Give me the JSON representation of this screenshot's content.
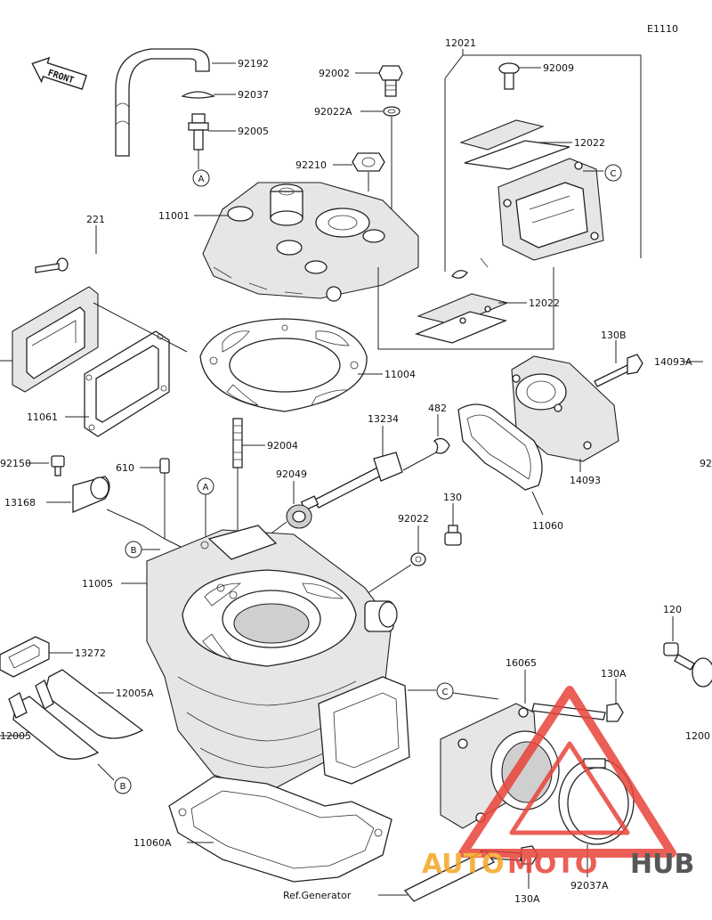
{
  "diagram_code": "E1110",
  "front_label": "FRONT",
  "ref_label": "Ref.Generator",
  "watermark": {
    "part1": "AUTO",
    "part2": "MOTO",
    "part3": "HUB",
    "color_orange": "#f5a623",
    "color_red": "#e8443a",
    "color_dark": "#3a3a3a"
  },
  "callout_letters": {
    "a": "A",
    "b": "B",
    "c": "C"
  },
  "parts": {
    "p92192": "92192",
    "p92037": "92037",
    "p92005": "92005",
    "p92002": "92002",
    "p92022A": "92022A",
    "p92210": "92210",
    "p11001": "11001",
    "p12021": "12021",
    "p92009": "92009",
    "p12022_top": "12022",
    "p12022_bot": "12022",
    "p221": "221",
    "p11061": "11061",
    "p11004": "11004",
    "p130B": "130B",
    "p14093A": "14093A",
    "p13234": "13234",
    "p482": "482",
    "p92004": "92004",
    "p92150": "92150",
    "p610": "610",
    "p13168": "13168",
    "p92049": "92049",
    "p130": "130",
    "p92022": "92022",
    "p11060": "11060",
    "p14093": "14093",
    "p11005": "11005",
    "p13272": "13272",
    "p12005A": "12005A",
    "p12005": "12005",
    "p120": "120",
    "p16065": "16065",
    "p130A_top": "130A",
    "p130A_bot": "130A",
    "p11060A": "11060A",
    "p92037A": "92037A",
    "p92_edge": "92",
    "p1200_edge": "1200"
  }
}
